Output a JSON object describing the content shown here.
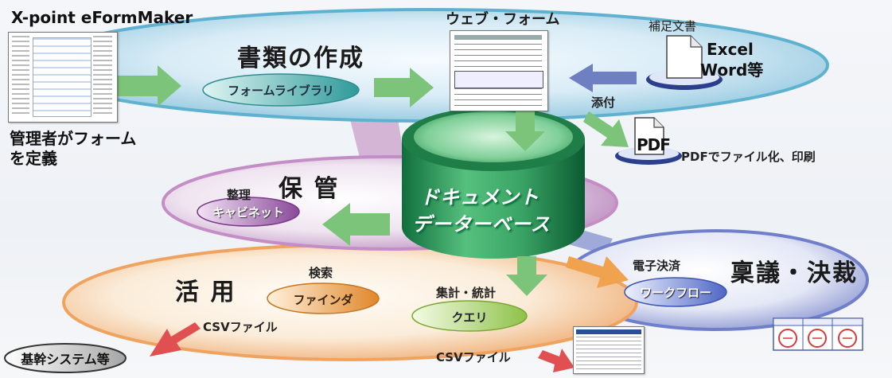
{
  "title": "X-point eFormMaker",
  "stages": {
    "create": {
      "heading": "書類の作成",
      "pill": "フォームライブラリ"
    },
    "storage": {
      "heading": "保 管",
      "sub": "整理",
      "pill": "キャビネット"
    },
    "use": {
      "heading": "活 用",
      "search_sub": "検索",
      "search_pill": "ファインダ",
      "stats_sub": "集計・統計",
      "stats_pill": "クエリ"
    },
    "approval": {
      "heading": "稟議・決裁",
      "sub": "電子決済",
      "pill": "ワークフロー"
    }
  },
  "web_form_label": "ウェブ・フォーム",
  "supplement": {
    "label": "補足文書",
    "line1": "Excel",
    "line2": "Word等",
    "attach": "添付"
  },
  "admin_caption": {
    "line1": "管理者がフォーム",
    "line2": "を定義"
  },
  "pdf": {
    "icon_text": "PDF",
    "caption": "PDFでファイル化、印刷"
  },
  "database": {
    "line1": "ドキュメント",
    "line2": "データーベース"
  },
  "csv_left": "CSVファイル",
  "csv_right": "CSVファイル",
  "core_system": "基幹システム等",
  "colors": {
    "green_arrow": "#7cc47a",
    "blue_arrow": "#6e7fc2",
    "orange_arrow": "#f0a24e",
    "red_arrow": "#e05050",
    "cylinder": "#2f9f5f"
  },
  "icons": [
    "document-icon",
    "monitor-icon",
    "seal-stamp-icon",
    "arrow-icon"
  ]
}
